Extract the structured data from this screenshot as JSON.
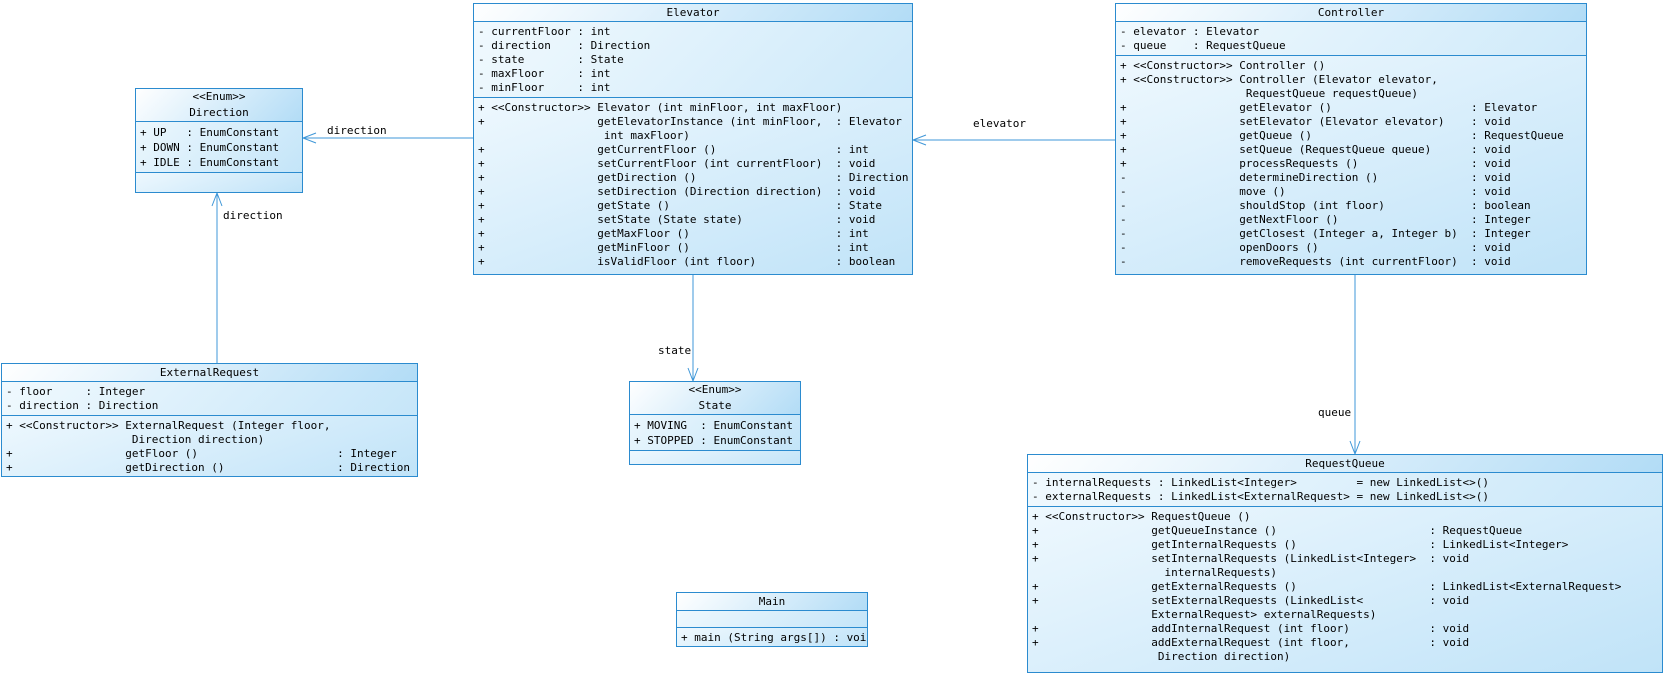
{
  "colors": {
    "box_border": "#2b8bcf",
    "title_fill": "#b2dcf6",
    "body_fill": "#c0e3f8",
    "assoc_line": "#3f97d8",
    "text": "#000000"
  },
  "associations": {
    "elevator_direction": "direction",
    "external_request_direction": "direction",
    "elevator_state": "state",
    "controller_elevator": "elevator",
    "controller_queue": "queue"
  },
  "classes": {
    "direction": {
      "stereotype": "<<Enum>>",
      "name": "Direction",
      "attributes": [
        "+ UP   : EnumConstant",
        "+ DOWN : EnumConstant",
        "+ IDLE : EnumConstant"
      ]
    },
    "elevator": {
      "name": "Elevator",
      "attributes": [
        "- currentFloor : int",
        "- direction    : Direction",
        "- state        : State",
        "- maxFloor     : int",
        "- minFloor     : int"
      ],
      "methods": [
        "+ <<Constructor>> Elevator (int minFloor, int maxFloor)",
        "+                 getElevatorInstance (int minFloor,  : Elevator",
        "                   int maxFloor)",
        "+                 getCurrentFloor ()                  : int",
        "+                 setCurrentFloor (int currentFloor)  : void",
        "+                 getDirection ()                     : Direction",
        "+                 setDirection (Direction direction)  : void",
        "+                 getState ()                         : State",
        "+                 setState (State state)              : void",
        "+                 getMaxFloor ()                      : int",
        "+                 getMinFloor ()                      : int",
        "+                 isValidFloor (int floor)            : boolean"
      ]
    },
    "controller": {
      "name": "Controller",
      "attributes": [
        "- elevator : Elevator",
        "- queue    : RequestQueue"
      ],
      "methods": [
        "+ <<Constructor>> Controller ()",
        "+ <<Constructor>> Controller (Elevator elevator,",
        "                   RequestQueue requestQueue)",
        "+                 getElevator ()                     : Elevator",
        "+                 setElevator (Elevator elevator)    : void",
        "+                 getQueue ()                        : RequestQueue",
        "+                 setQueue (RequestQueue queue)      : void",
        "+                 processRequests ()                 : void",
        "-                 determineDirection ()              : void",
        "-                 move ()                            : void",
        "-                 shouldStop (int floor)             : boolean",
        "-                 getNextFloor ()                    : Integer",
        "-                 getClosest (Integer a, Integer b)  : Integer",
        "-                 openDoors ()                       : void",
        "-                 removeRequests (int currentFloor)  : void"
      ]
    },
    "external_request": {
      "name": "ExternalRequest",
      "attributes": [
        "- floor     : Integer",
        "- direction : Direction"
      ],
      "methods": [
        "+ <<Constructor>> ExternalRequest (Integer floor,",
        "                   Direction direction)",
        "+                 getFloor ()                     : Integer",
        "+                 getDirection ()                 : Direction"
      ]
    },
    "state": {
      "stereotype": "<<Enum>>",
      "name": "State",
      "attributes": [
        "+ MOVING  : EnumConstant",
        "+ STOPPED : EnumConstant"
      ]
    },
    "main": {
      "name": "Main",
      "methods": [
        "+ main (String args[]) : void"
      ]
    },
    "request_queue": {
      "name": "RequestQueue",
      "attributes": [
        "- internalRequests : LinkedList<Integer>         = new LinkedList<>()",
        "- externalRequests : LinkedList<ExternalRequest> = new LinkedList<>()"
      ],
      "methods": [
        "+ <<Constructor>> RequestQueue ()",
        "+                 getQueueInstance ()                       : RequestQueue",
        "+                 getInternalRequests ()                    : LinkedList<Integer>",
        "+                 setInternalRequests (LinkedList<Integer>  : void",
        "                    internalRequests)",
        "+                 getExternalRequests ()                    : LinkedList<ExternalRequest>",
        "+                 setExternalRequests (LinkedList<          : void",
        "                  ExternalRequest> externalRequests)",
        "+                 addInternalRequest (int floor)            : void",
        "+                 addExternalRequest (int floor,            : void",
        "                   Direction direction)"
      ]
    }
  }
}
